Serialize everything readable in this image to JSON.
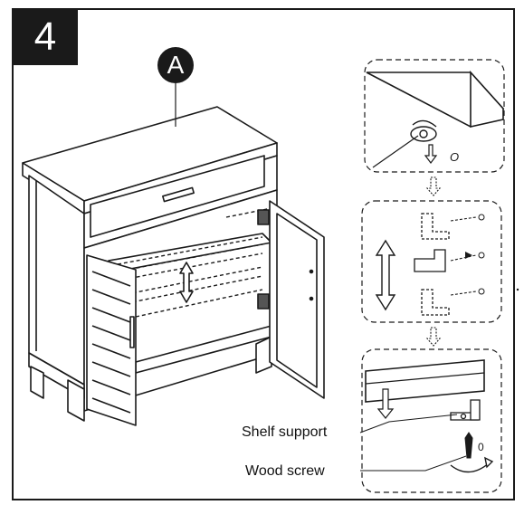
{
  "step": {
    "number": "4"
  },
  "part_marker": {
    "letter": "A"
  },
  "callouts": {
    "shelf_support": "Shelf support",
    "wood_screw": "Wood screw"
  },
  "detail_marks": {
    "hole_top": "O",
    "hole_bottom": "0"
  },
  "icons": [
    "step-badge",
    "part-letter-badge",
    "cabinet-illustration",
    "shelf-support-pin-icon",
    "up-down-arrow-icon",
    "down-arrow-icon",
    "screwdriver-icon",
    "rotate-arrow-icon"
  ]
}
